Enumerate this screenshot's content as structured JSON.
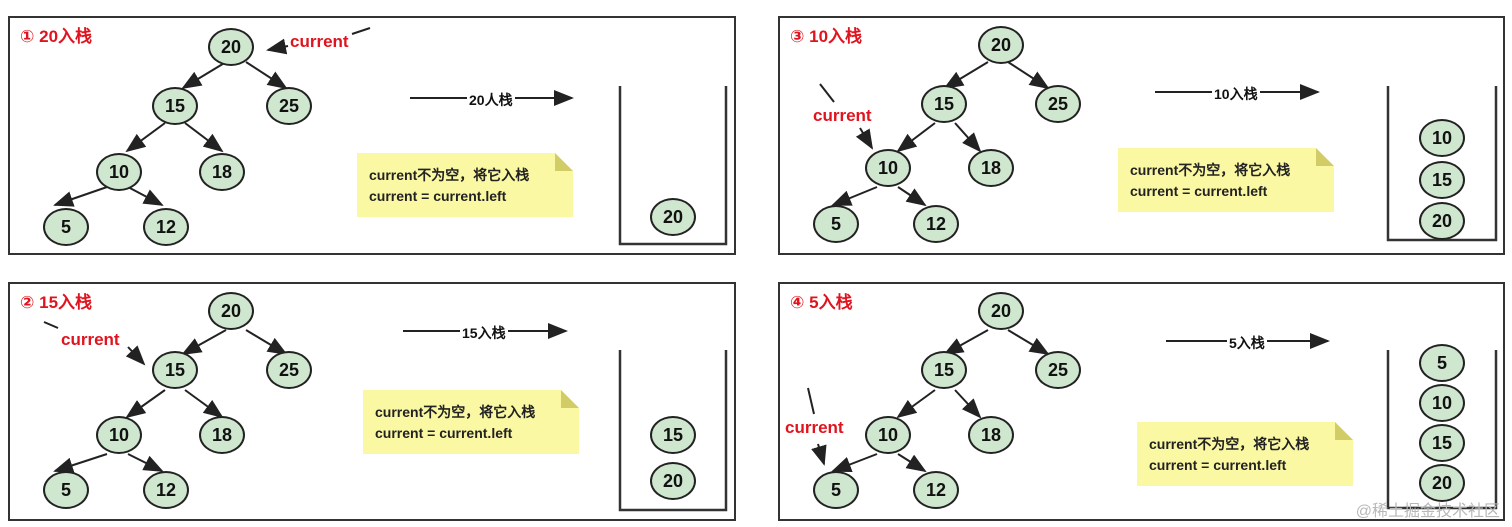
{
  "panels": [
    {
      "title": "① 20入栈",
      "current": "current",
      "arrow_label": "20人栈",
      "note_line1": "current不为空，将它入栈",
      "note_line2": "current = current.left",
      "stack": [
        "20"
      ]
    },
    {
      "title": "③ 10入栈",
      "current": "current",
      "arrow_label": "10入栈",
      "note_line1": "current不为空，将它入栈",
      "note_line2": "current = current.left",
      "stack": [
        "10",
        "15",
        "20"
      ]
    },
    {
      "title": "② 15入栈",
      "current": "current",
      "arrow_label": "15入栈",
      "note_line1": "current不为空，将它入栈",
      "note_line2": "current = current.left",
      "stack": [
        "15",
        "20"
      ]
    },
    {
      "title": "④ 5入栈",
      "current": "current",
      "arrow_label": "5入栈",
      "note_line1": "current不为空，将它入栈",
      "note_line2": "current = current.left",
      "stack": [
        "5",
        "10",
        "15",
        "20"
      ]
    }
  ],
  "tree": {
    "n20": "20",
    "n15": "15",
    "n25": "25",
    "n10": "10",
    "n18": "18",
    "n5": "5",
    "n12": "12"
  },
  "watermark": "@稀土掘金技术社区",
  "colors": {
    "title": "#e0141e",
    "node_fill": "#cfe6cf",
    "note_fill": "#fbf8a4"
  }
}
